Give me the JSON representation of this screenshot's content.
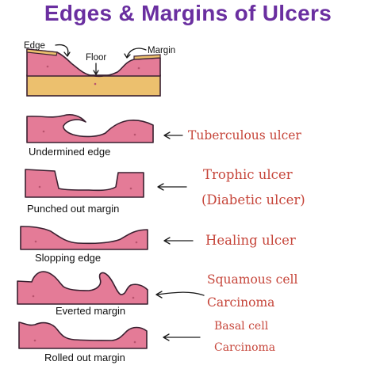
{
  "title": "Edges & Margins of Ulcers",
  "top_diagram": {
    "edge_label": "Edge",
    "floor_label": "Floor",
    "margin_label": "Margin"
  },
  "ulcer_types": [
    {
      "shape_label": "Undermined edge",
      "condition": "Tuberculous ulcer"
    },
    {
      "shape_label": "Punched out margin",
      "condition_line1": "Trophic ulcer",
      "condition_line2": "(Diabetic ulcer)"
    },
    {
      "shape_label": "Slopping edge",
      "condition": "Healing ulcer"
    },
    {
      "shape_label": "Everted margin",
      "condition_line1": "Squamous cell",
      "condition_line2": "Carcinoma"
    },
    {
      "shape_label": "Rolled out margin",
      "condition_line1": "Basal cell",
      "condition_line2": "Carcinoma"
    }
  ],
  "colors": {
    "title": "#6a2fa0",
    "tissue_pink": "#e47b97",
    "subcutaneous_tan": "#ecc06e",
    "condition_text": "#c6453a"
  }
}
